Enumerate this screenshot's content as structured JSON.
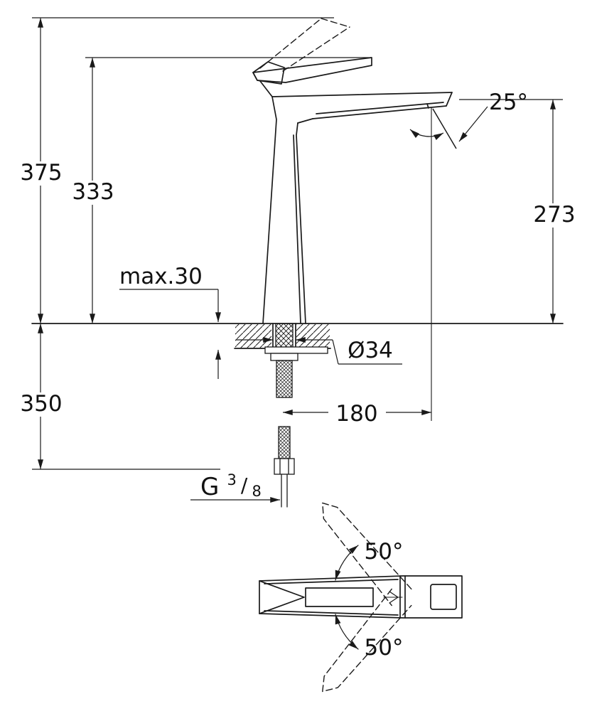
{
  "meta": {
    "background": "#ffffff",
    "line_color": "#1a1a1a",
    "drawing_type": "faucet-installation-dimension-drawing"
  },
  "labels": {
    "total_height": "375",
    "height_to_lever": "333",
    "spout_outlet_height": "273",
    "spout_angle": "25°",
    "max_deck_thickness": "max.30",
    "hole_diameter": "Ø34",
    "below_deck_length": "350",
    "spout_projection": "180",
    "thread": {
      "g": "G",
      "numerator": "3",
      "slash": "/",
      "denominator": "8"
    },
    "handle_swing_up": "50°",
    "handle_swing_down": "50°"
  }
}
